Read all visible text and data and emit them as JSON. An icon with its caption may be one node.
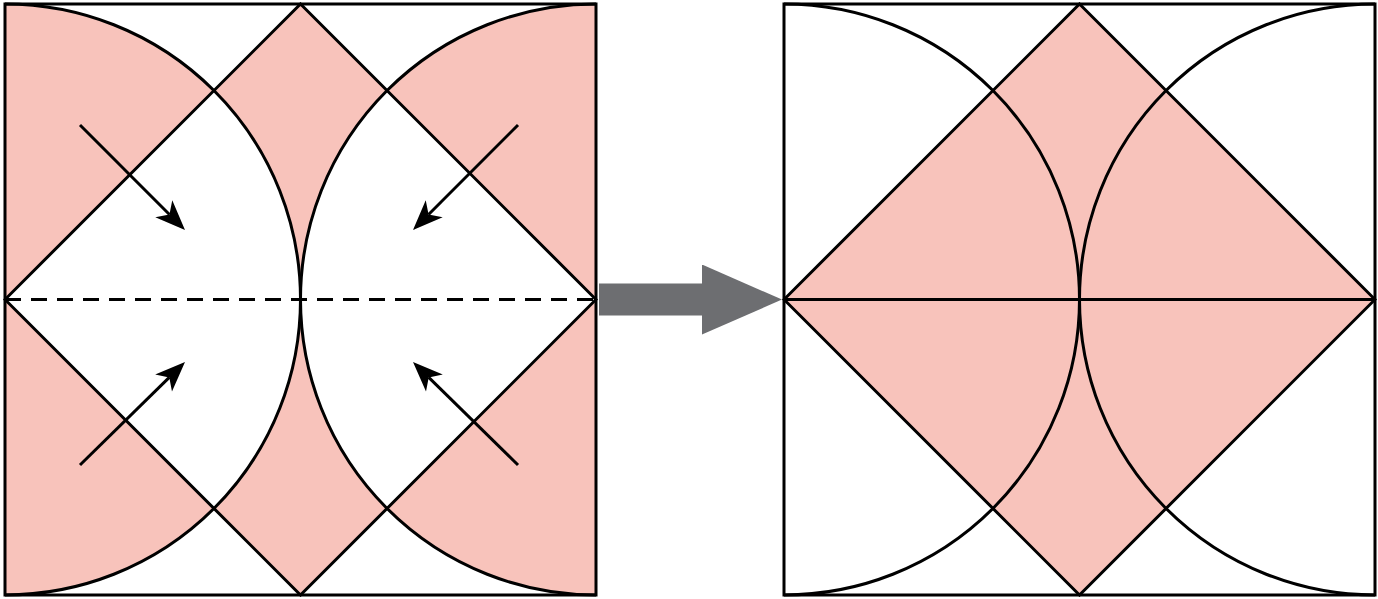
{
  "diagram": {
    "nodes": [
      {
        "text": [],
        "shape": "picture"
      },
      {
        "text": [],
        "shape": "picture"
      }
    ],
    "edges": [
      {
        "from": 0,
        "to": 1,
        "arrow": "to",
        "color": "#6d6e71"
      }
    ]
  }
}
